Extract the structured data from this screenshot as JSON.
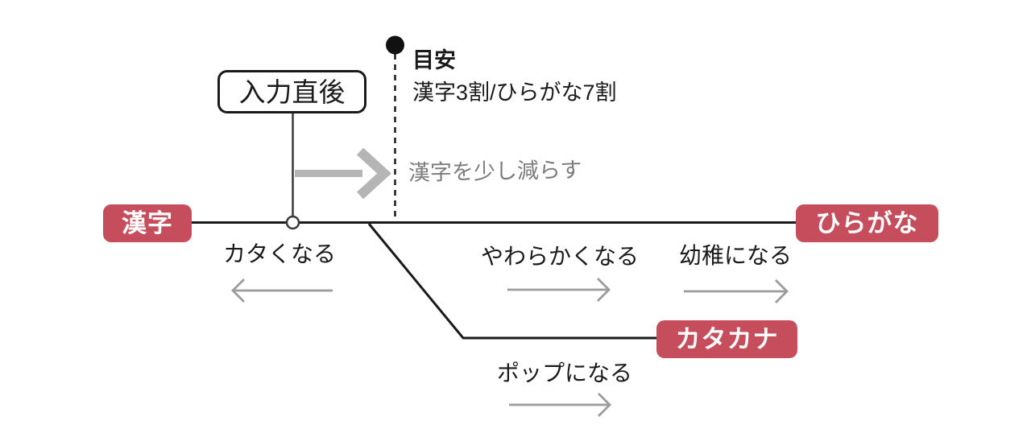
{
  "diagram": {
    "nodes": {
      "kanji": "漢字",
      "hiragana": "ひらがな",
      "katakana": "カタカナ"
    },
    "callout": "入力直後",
    "guideline": {
      "title": "目安",
      "detail": "漢字3割/ひらがな7割"
    },
    "handwritten_note": "漢字を少し減らす",
    "directions": {
      "harder": "カタくなる",
      "softer": "やわらかくなる",
      "childish": "幼稚になる",
      "pop": "ポップになる"
    }
  },
  "colors": {
    "badge_bg": "#c64d5b",
    "badge_text": "#ffffff",
    "line": "#1a1a1a",
    "connector": "#3a3a3a",
    "arrow_thick": "#b5b5b5",
    "arrow_thin": "#9c9c9c",
    "handwriting": "#7d7d7d"
  }
}
